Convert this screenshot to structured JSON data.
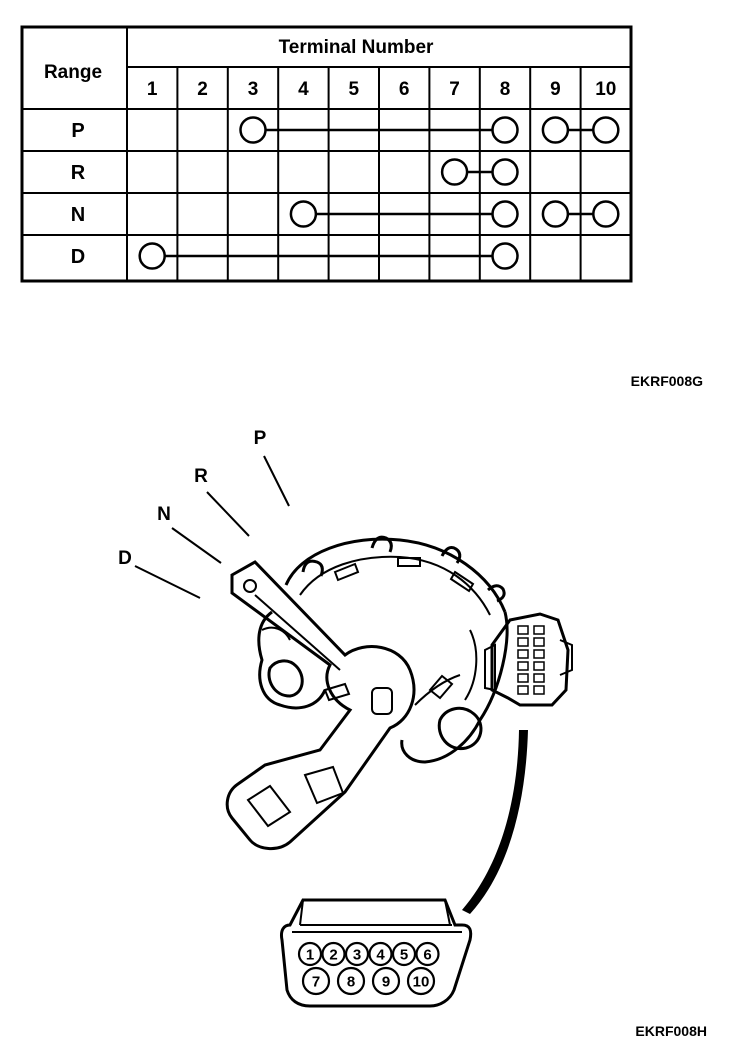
{
  "table": {
    "range_header": "Range",
    "terminal_header": "Terminal Number",
    "terminals": [
      "1",
      "2",
      "3",
      "4",
      "5",
      "6",
      "7",
      "8",
      "9",
      "10"
    ],
    "rows": [
      {
        "range": "P",
        "connections": [
          [
            3,
            8
          ],
          [
            9,
            10
          ]
        ]
      },
      {
        "range": "R",
        "connections": [
          [
            7,
            8
          ]
        ]
      },
      {
        "range": "N",
        "connections": [
          [
            4,
            8
          ],
          [
            9,
            10
          ]
        ]
      },
      {
        "range": "D",
        "connections": [
          [
            1,
            8
          ]
        ]
      }
    ]
  },
  "figure_codes": {
    "top": "EKRF008G",
    "bottom": "EKRF008H"
  },
  "switch_positions": [
    "P",
    "R",
    "N",
    "D"
  ],
  "connector_pins": {
    "top_row": [
      "1",
      "2",
      "3",
      "4",
      "5",
      "6"
    ],
    "bottom_row": [
      "7",
      "8",
      "9",
      "10"
    ]
  }
}
